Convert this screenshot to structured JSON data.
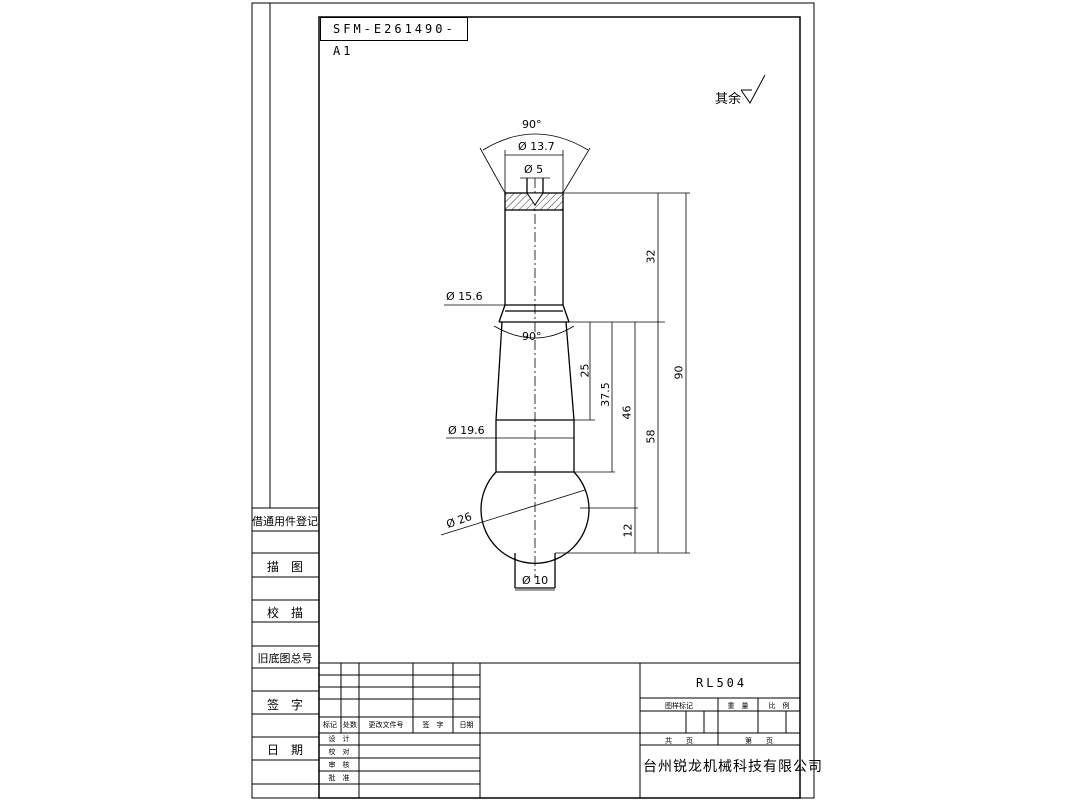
{
  "drawing_number": "SFM-E261490-A1",
  "roughness_note": "其余",
  "side_labels": {
    "general_parts": "借通用件登记",
    "trace": "描　图",
    "check_trace": "校　描",
    "old_base_number": "旧底图总号",
    "signature": "签　字",
    "date": "日　期"
  },
  "dimensions": {
    "top_angle": "90°",
    "d_top_outer": "Ø 13.7",
    "d_top_inner": "Ø 5",
    "d_shaft": "Ø 15.6",
    "neck_angle": "90°",
    "d_taper": "Ø 19.6",
    "d_ball": "Ø 26",
    "d_bottom": "Ø 10",
    "len_32": "32",
    "len_90": "90",
    "len_25": "25",
    "len_37_5": "37.5",
    "len_46": "46",
    "len_58": "58",
    "len_12": "12"
  },
  "title_block": {
    "part_code": "RL504",
    "revision_headers": [
      "标记",
      "处数",
      "更改文件号",
      "签　字",
      "日期"
    ],
    "roles": [
      "设　计",
      "校　对",
      "审　核",
      "批　准"
    ],
    "material_mark": "图样标记",
    "weight": "重　量",
    "scale": "比　例",
    "total_sheets": "共　　页",
    "sheet_no": "第　　页",
    "company": "台州锐龙机械科技有限公司"
  }
}
